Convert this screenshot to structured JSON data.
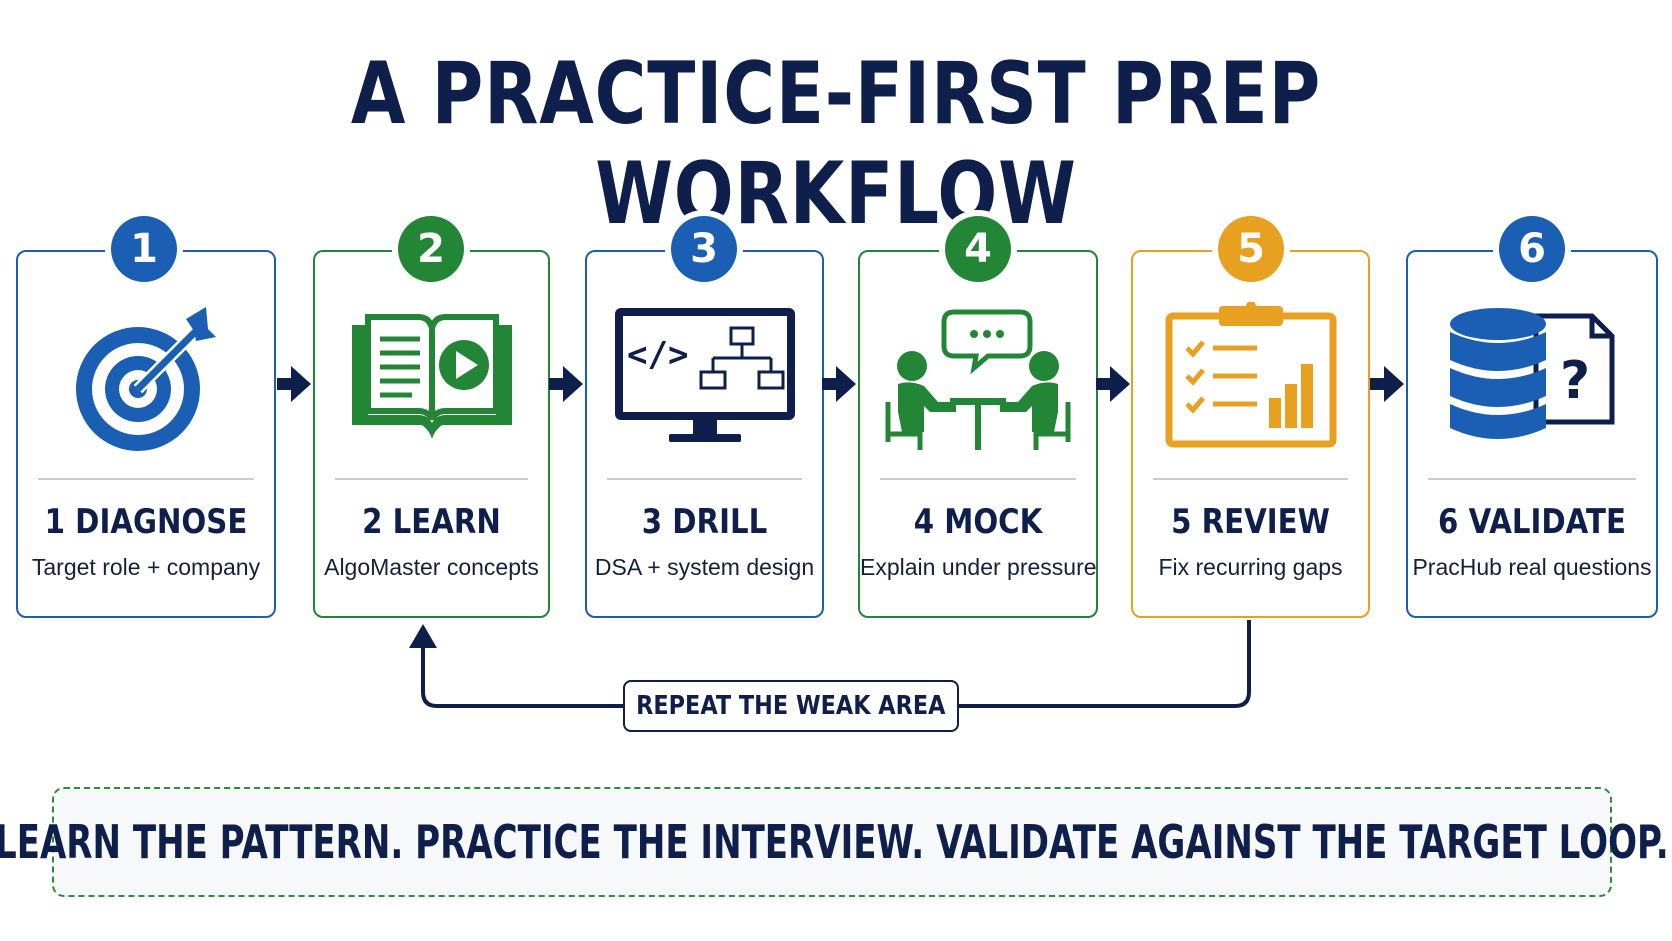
{
  "title": "A PRACTICE-FIRST PREP WORKFLOW",
  "steps": [
    {
      "number": "1",
      "title": "1 DIAGNOSE",
      "subtitle": "Target role + company",
      "icon": "target-icon",
      "color": "#1a5fb4"
    },
    {
      "number": "2",
      "title": "2 LEARN",
      "subtitle": "AlgoMaster concepts",
      "icon": "book-play-icon",
      "color": "#238636"
    },
    {
      "number": "3",
      "title": "3 DRILL",
      "subtitle": "DSA + system design",
      "icon": "monitor-code-icon",
      "color": "#1a5fb4"
    },
    {
      "number": "4",
      "title": "4 MOCK",
      "subtitle": "Explain under pressure",
      "icon": "interview-icon",
      "color": "#238636"
    },
    {
      "number": "5",
      "title": "5 REVIEW",
      "subtitle": "Fix recurring gaps",
      "icon": "clipboard-chart-icon",
      "color": "#e8a020"
    },
    {
      "number": "6",
      "title": "6 VALIDATE",
      "subtitle": "PracHub real questions",
      "icon": "database-question-icon",
      "color": "#1a5fb4"
    }
  ],
  "loop_label": "REPEAT THE WEAK AREA",
  "footer": "LEARN THE PATTERN. PRACTICE THE INTERVIEW. VALIDATE AGAINST THE TARGET LOOP.",
  "colors": {
    "navy": "#0f1f4b",
    "blue": "#1a5fb4",
    "green": "#238636",
    "orange": "#e8a020"
  }
}
